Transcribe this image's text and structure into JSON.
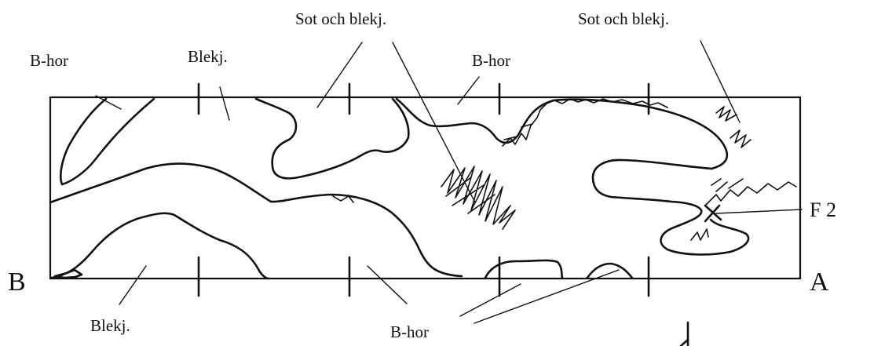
{
  "end_labels": {
    "left": "B",
    "right": "A"
  },
  "labels": {
    "b_hor_top_left": "B-hor",
    "blekj_top": "Blekj.",
    "sot_och_blekj_center": "Sot och blekj.",
    "b_hor_top_center": "B-hor",
    "sot_och_blekj_right": "Sot och blekj.",
    "f2": "F 2",
    "blekj_bottom": "Blekj.",
    "b_hor_bottom": "B-hor"
  },
  "colors": {
    "ink": "#111111",
    "paper": "#ffffff"
  }
}
